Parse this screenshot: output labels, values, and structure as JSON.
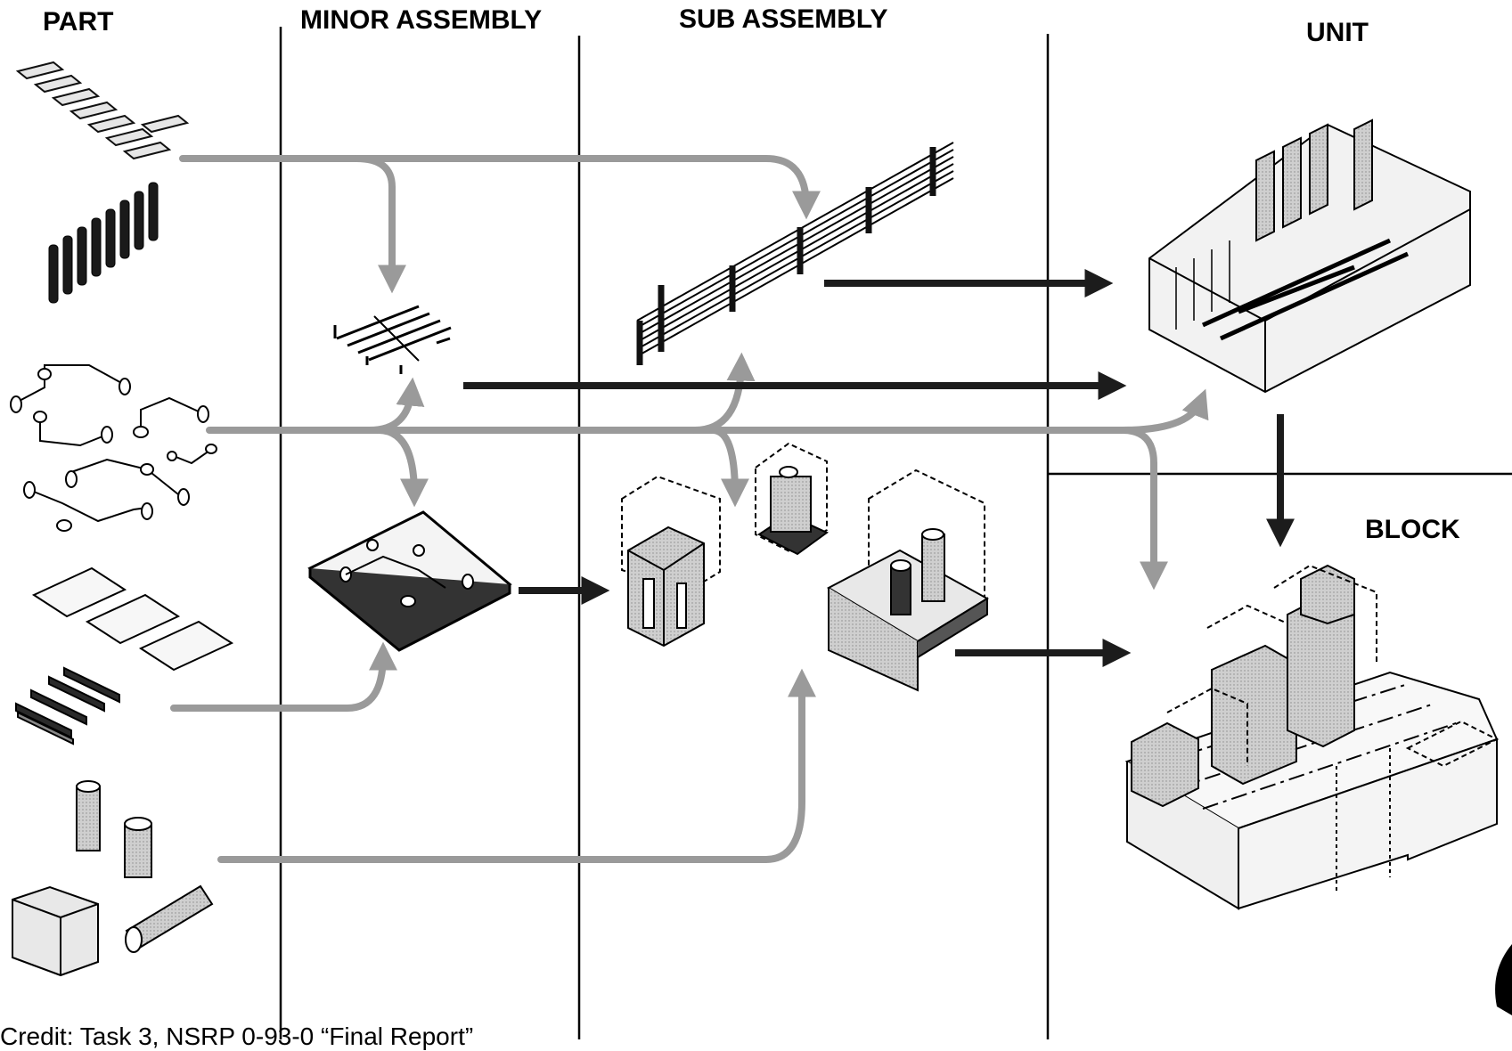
{
  "columns": {
    "part": "PART",
    "minor_assembly": "MINOR ASSEMBLY",
    "sub_assembly": "SUB ASSEMBLY",
    "unit": "UNIT",
    "block": "BLOCK"
  },
  "footer": {
    "credit": "Credit: Task 3, NSRP 0-93-0 “Final Report”"
  },
  "colors": {
    "line": "#000000",
    "gray_arrow": "#9a9a9a",
    "dark_arrow": "#1c1c1c",
    "part_fill": "#d8d8d8",
    "dark_part": "#222222"
  }
}
